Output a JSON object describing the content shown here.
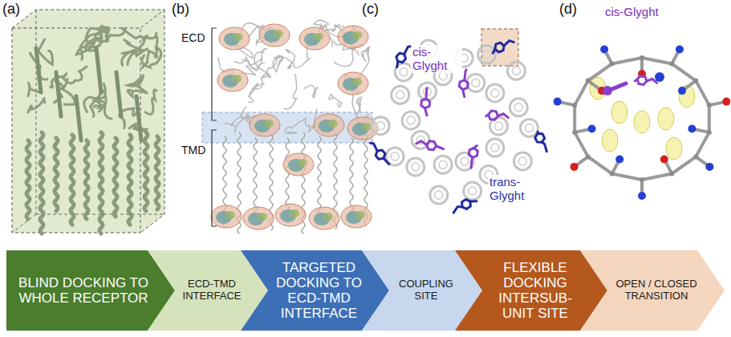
{
  "diagram": {
    "nodes": [
      {
        "text": [
          "BLIND DOCKING TO WHOLE RECEPTOR"
        ]
      },
      {
        "text": [
          "ECD-TMD INTERFACE"
        ]
      },
      {
        "text": [
          "TARGETED DOCKING TO ECD-TMD INTERFACE"
        ]
      },
      {
        "text": [
          "COUPLING SITE"
        ]
      },
      {
        "text": [
          "FLEXIBLE DOCKING INTERSUB-UNIT SITE"
        ]
      },
      {
        "text": [
          "OPEN / CLOSED TRANSITION"
        ]
      }
    ],
    "labels": [
      "(a)",
      "(b)",
      "(c)",
      "(d)",
      "ECD",
      "TMD",
      "cis-Glyght",
      "trans-Glyght",
      "cis-Glyght"
    ]
  }
}
